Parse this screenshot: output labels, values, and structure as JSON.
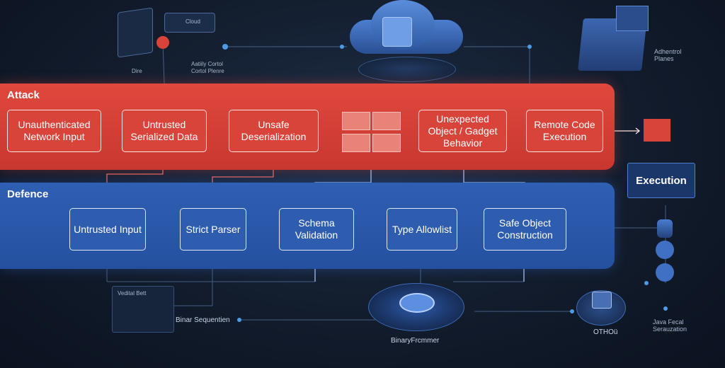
{
  "attack": {
    "title": "Attack",
    "nodes": [
      "Unauthenticated Network Input",
      "Untrusted Serialized Data",
      "Unsafe Deserialization",
      "Unexpected Object / Gadget Behavior",
      "Remote Code Execution"
    ]
  },
  "defence": {
    "title": "Defence",
    "nodes": [
      "Untrusted Input",
      "Strict Parser",
      "Schema Validation",
      "Type Allowlist",
      "Safe Object Construction"
    ]
  },
  "side": {
    "execution": "Execution"
  },
  "decor": {
    "top_left_a": "Cloud",
    "top_left_b": "Dire",
    "top_left_c": "Aatiily Cortol\nCortol Plenre",
    "top_right": "Adhentrol\nPlanes",
    "bottom_left": "Binar Sequentien",
    "bottom_center": "BinaryFrcmmer",
    "bottom_right_a": "OTHOü",
    "bottom_right_b": "Java Fecal\nSerauzation",
    "bottom_left_panel": "Vedital Bett"
  },
  "colors": {
    "attack": "#d8443a",
    "defence": "#2e5cae",
    "background": "#121c2c"
  }
}
